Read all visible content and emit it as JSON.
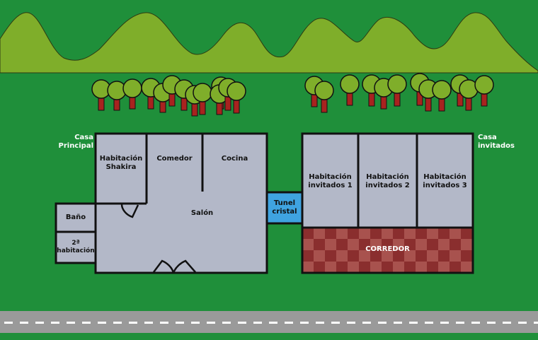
{
  "colors": {
    "grass": "#1f8f3a",
    "hills": "#7fae2a",
    "hill_outline": "#2d3a12",
    "room_fill": "#b3b8c8",
    "wall": "#111111",
    "tunnel_fill": "#3fa3e0",
    "corridor_dark": "#8a2e2e",
    "corridor_light": "#a8524e",
    "road": "#9a9a9a",
    "road_marking": "#ffffff",
    "tree_trunk": "#a8231f",
    "tree_canopy": "#7fae2a"
  },
  "labels": {
    "main_house": "Casa\nPrincipal",
    "guest_house": "Casa\ninvitados",
    "room_shakira": "Habitación\nShakira",
    "dining": "Comedor",
    "kitchen": "Cocina",
    "living": "Salón",
    "bathroom": "Baño",
    "second_room": "2ª\nhabitación",
    "tunnel": "Tunel\ncristal",
    "guest_room_1": "Habitación\ninvitados 1",
    "guest_room_2": "Habitación\ninvitados 2",
    "guest_room_3": "Habitación\ninvitados 3",
    "corridor": "CORREDOR"
  },
  "icons": {
    "trees": "tree-icon",
    "doors": "door-swing-icon"
  }
}
